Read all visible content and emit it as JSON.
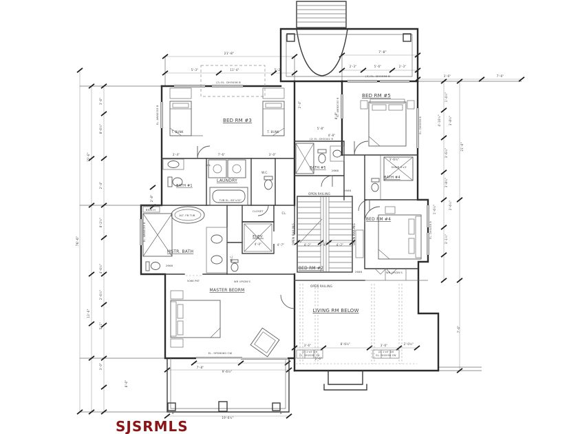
{
  "watermark": {
    "text": "SJSRMLS",
    "color": "#8b1515"
  },
  "rooms": {
    "bed3": "BED RM #3",
    "bed5": "BED RM #5",
    "bed4": "BED RM #4",
    "bed2": "BED RM #2",
    "master": "MASTER BEDRM",
    "mstr_bath": "MSTR. BATH",
    "laundry": "LAUNDRY",
    "bath1": "BATH #1",
    "bath5": "BATH #5",
    "bath4": "BATH #4",
    "elev": "ELEV.",
    "living": "LIVING RM BELOW",
    "wc": "W.C.",
    "closet": "CLOSET",
    "cl": "CL.",
    "bench": "BENCH",
    "lin": "LIN."
  },
  "labels": {
    "t_bunk": "T. BUNK",
    "alt_tub": "ALT. FB TUB",
    "tub": "TUB SL. 60\"x32\"",
    "shwr": "SHWR 3'x3'",
    "open_railing": "OPEN RAILING",
    "win_top_l": "(2) EL. DH3056 B",
    "win_top_r": "(3) EL. DH3056 B",
    "win_mid": "(2) EL. DH2042 B",
    "win_side": "EL. DH3056 B",
    "win_awn": "EL. AWN3053 B",
    "win_awn2": "EL. AWN3030 B",
    "slider": "EL. 5PD6060 CW",
    "win_25": "(2) 2'x5' DH",
    "win_25b": "EL. DH2050 CW",
    "door_2668": "2668",
    "door_5068": "5068 PKT",
    "wr": "WR UP/DN'S"
  },
  "dims": {
    "d1": "21'-8\"",
    "d2": "5'-3\"",
    "d3": "11'-4\"",
    "d4": "5'-2\"",
    "d5": "7'-8\"",
    "d6": "2'-3\"",
    "d7": "5'-6\"",
    "d8": "2'-3\"",
    "d9": "76'-6\"",
    "d10": "15'-6\"",
    "d11": "8'-6½\"",
    "d12": "3'-6\"",
    "d13": "2'-4\"",
    "d14": "8'-2½\"",
    "d15": "4'-6½\"",
    "d16": "13'-6\"",
    "d17": "2'-6½\"",
    "d18": "5'-1\"",
    "d19": "8'-6\"",
    "d20": "3'-0\"",
    "d21": "21'-6\"",
    "d22": "1'-4½\"",
    "d23": "4'-10½\"",
    "d24": "3'-8½\"",
    "d25": "3'-6½\"",
    "d26": "3'-8½\"",
    "d27": "2'-6½\"",
    "d28": "7'-6\"",
    "d29": "1'-6½\"",
    "d30": "3'-1½\"",
    "d31": "3'-6\"",
    "d32": "8'-6½\"",
    "d33": "3'-6\"",
    "d34": "2'-0½\"",
    "d35": "8'",
    "d36": "19'-6½\"",
    "d37": "8'",
    "d38": "9'-6½\"",
    "d39": "7'-8\"",
    "d40": "4'-7\"",
    "d41": "4'-2\"",
    "d42": "3'-6\"",
    "d43": "4'-2\"",
    "d44": "5'-8\"",
    "d45": "4'-8\"",
    "d46": "8'-8\"",
    "d47": "2'-4\"",
    "d48": "3'-4\"",
    "d49": "7'-6\"",
    "d50": "3'-0\"",
    "d51": "4'-0\"",
    "d52": "3'-6½\"",
    "d53": "2'-8\"",
    "d54": "2'-6\""
  }
}
